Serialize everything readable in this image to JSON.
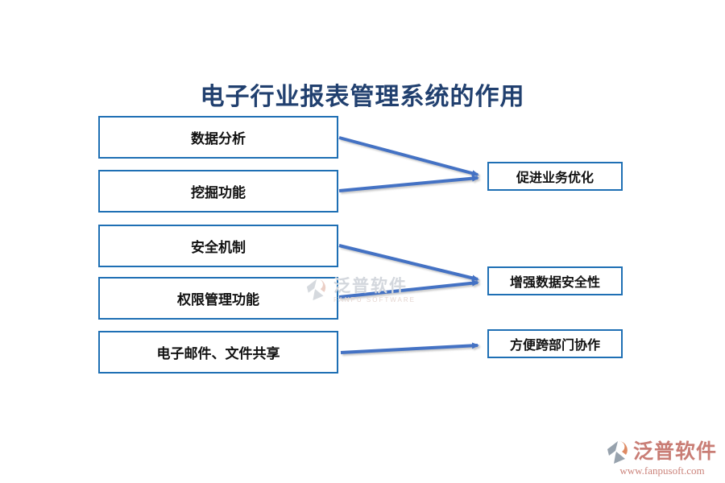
{
  "title": "电子行业报表管理系统的作用",
  "left_boxes": [
    {
      "label": "数据分析"
    },
    {
      "label": "挖掘功能"
    },
    {
      "label": "安全机制"
    },
    {
      "label": "权限管理功能"
    },
    {
      "label": "电子邮件、文件共享"
    }
  ],
  "right_boxes": [
    {
      "label": "促进业务优化"
    },
    {
      "label": "增强数据安全性"
    },
    {
      "label": "方便跨部门协作"
    }
  ],
  "connections": [
    {
      "from": "数据分析",
      "to": "促进业务优化"
    },
    {
      "from": "挖掘功能",
      "to": "促进业务优化"
    },
    {
      "from": "安全机制",
      "to": "增强数据安全性"
    },
    {
      "from": "权限管理功能",
      "to": "增强数据安全性"
    },
    {
      "from": "电子邮件、文件共享",
      "to": "方便跨部门协作"
    }
  ],
  "watermark": {
    "brand_cn": "泛普软件",
    "brand_en": "FANPU SOFTWARE"
  },
  "footer_brand": {
    "name": "泛普软件",
    "url": "www.fanpusoft.com"
  },
  "colors": {
    "title_text": "#21406F",
    "box_border": "#1E6FB4",
    "arrow_blue": "#4472C4",
    "watermark_gray": "#D3D7DD",
    "brand_salmon": "#C97D75"
  }
}
